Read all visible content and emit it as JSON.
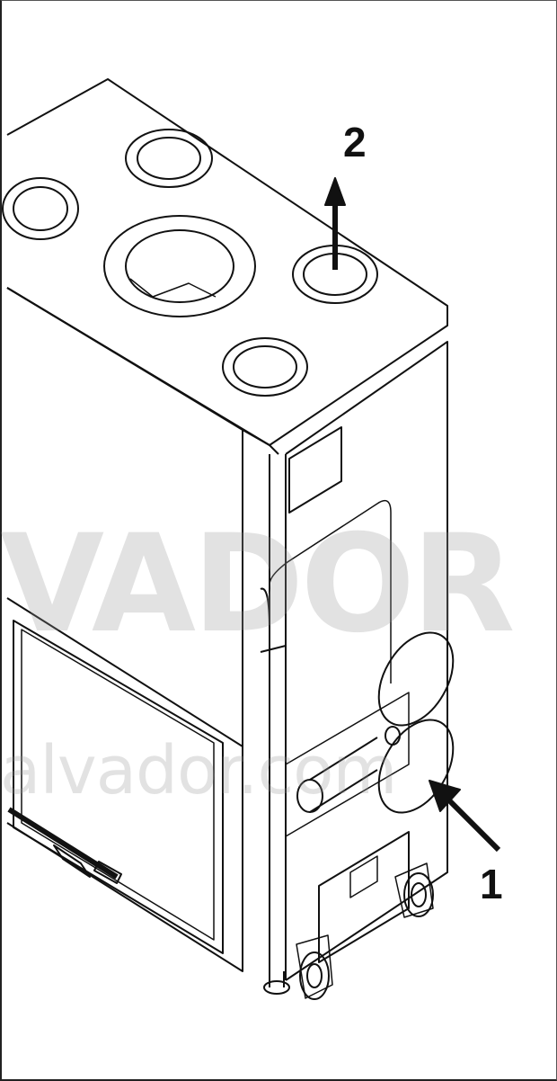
{
  "callouts": {
    "arrow_1": "1",
    "arrow_2": "2"
  },
  "watermark": {
    "brand": "VADOR",
    "url": "alvador.com"
  },
  "colors": {
    "line": "#111111",
    "watermark": "#969696"
  }
}
